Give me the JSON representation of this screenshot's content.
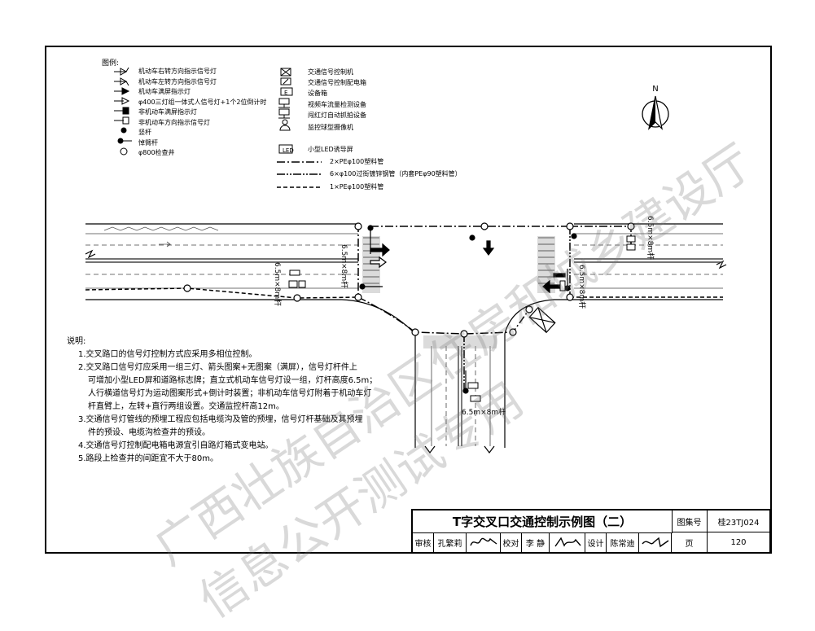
{
  "legend": {
    "title": "图例:",
    "left": [
      "机动车右转方向指示信号灯",
      "机动车左转方向指示信号灯",
      "机动车满屏指示灯",
      "φ400三灯组一体式人信号灯+1个2位倒计时",
      "非机动车满屏指示灯",
      "非机动车方向指示信号灯",
      "竖杆",
      "悼臂杆",
      "φ800检查井"
    ],
    "right": [
      "交通信号控制机",
      "交通信号控制配电箱",
      "设备箱",
      "视频车流量检测设备",
      "闯红灯自动抓拍设备",
      "监控球型摄像机",
      "小型LED诱导屏",
      "2×PEφ100塑料管",
      "6×φ100过街镀锌钢管（内套PEφ90塑料管）",
      "1×PEφ100塑料管"
    ],
    "led_label": "LED",
    "cabinet_label": "E"
  },
  "north_label": "N",
  "pole_labels": [
    "6.5m×8m杆",
    "6.5m×8m杆",
    "6.5m×8m杆",
    "6.5m×8m杆",
    "6.5m×8m杆"
  ],
  "notes": {
    "heading": "说明:",
    "items": [
      "1.交叉路口的信号灯控制方式应采用多相位控制。",
      "2.交叉路口信号灯应采用一组三灯、箭头图案+无图案（满屏），信号灯杆件上",
      "可增加小型LED屏和道路标志牌；直立式机动车信号灯设一组，灯杆高度6.5m；",
      "人行横道信号灯为运动图案形式+倒计时装置；非机动车信号灯附着于机动车灯",
      "杆直臂上，左转+直行两组设置。交通监控杆高12m。",
      "3.交通信号灯管线的预埋工程应包括电缆沟及管的预埋，信号灯杆基础及其预埋",
      "件的预设、电缆沟检查井的预设。",
      "4.交通信号灯控制配电箱电源宜引自路灯箱式变电站。",
      "5.路段上检查井的间距宜不大于80m。"
    ]
  },
  "title_block": {
    "title": "T字交叉口交通控制示例图（二）",
    "atlas_label": "图集号",
    "atlas_no": "桂23TJ024",
    "review_label": "审核",
    "reviewer": "孔繁莉",
    "check_label": "校对",
    "checker": "李 静",
    "design_label": "设计",
    "designer": "陈常迪",
    "page_label": "页",
    "page_no": "120"
  },
  "watermark": {
    "line1": "广西壮族自治区住房和城乡建设厅",
    "line2": "信息公开测试专用"
  }
}
